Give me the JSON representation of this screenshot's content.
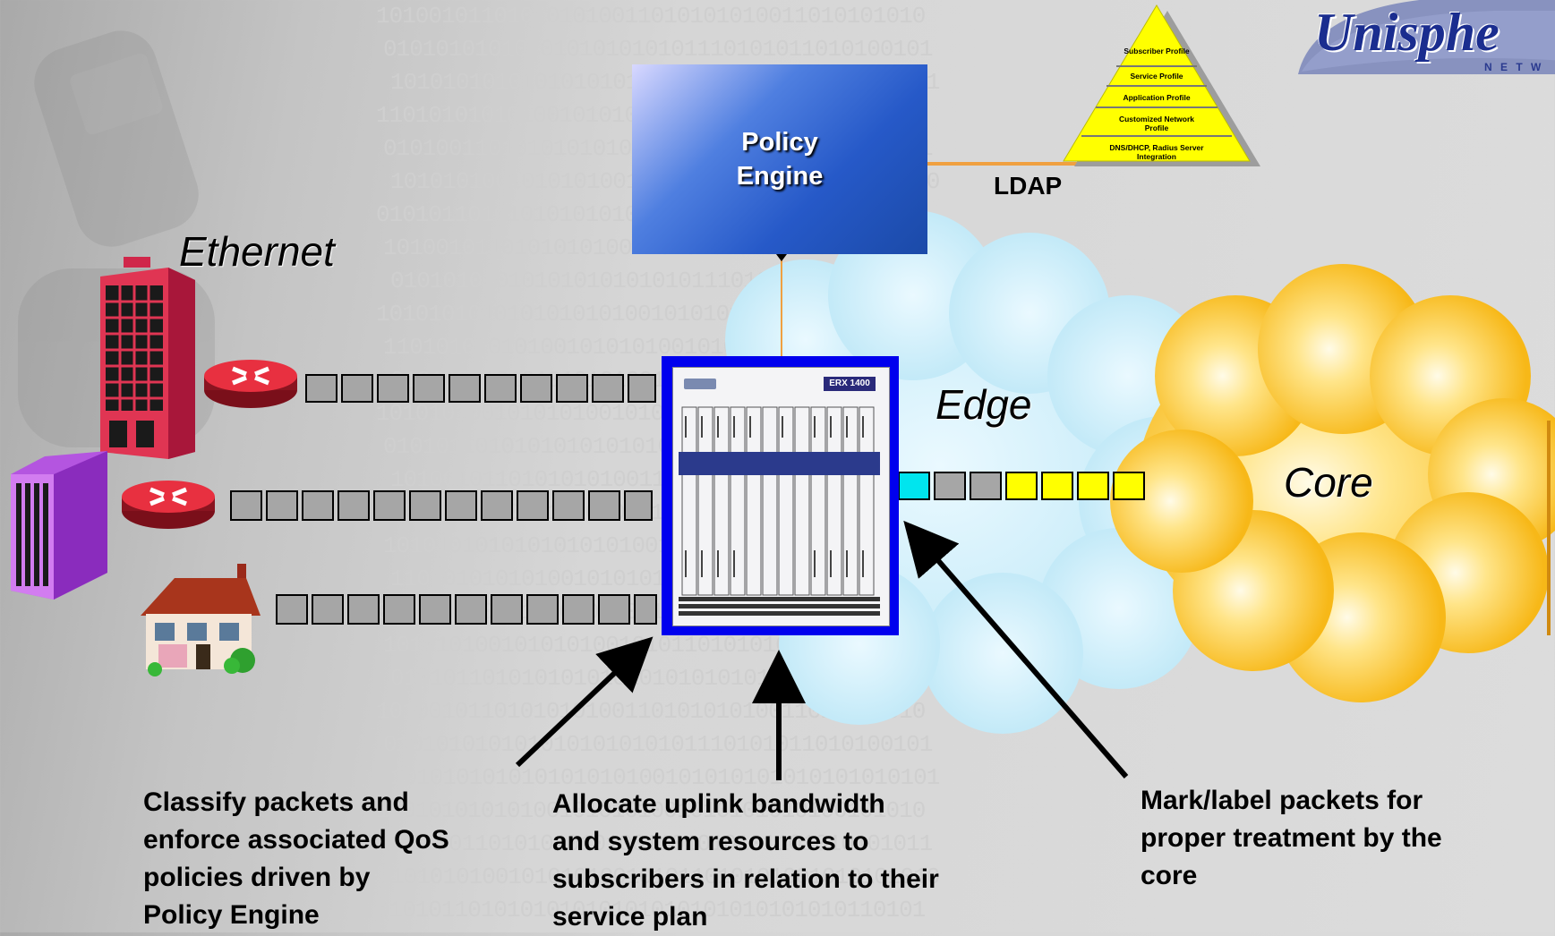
{
  "labels": {
    "ethernet": "Ethernet",
    "edge": "Edge",
    "core": "Core",
    "ldap": "LDAP"
  },
  "policy_engine": {
    "line1": "Policy",
    "line2": "Engine"
  },
  "pyramid": {
    "levels": [
      "Subscriber Profile",
      "Service Profile",
      "Application Profile",
      "Customized Network Profile",
      "DNS/DHCP, Radius Server Integration"
    ]
  },
  "logo": {
    "text": "Unisphe",
    "subtext": "N E T W"
  },
  "router_chassis": {
    "model": "ERX 1400"
  },
  "captions": {
    "classify": [
      "Classify packets and",
      "enforce associated QoS",
      "policies driven by",
      "Policy Engine"
    ],
    "allocate": [
      "Allocate uplink bandwidth",
      "and system resources to",
      "subscribers in relation to their",
      "service plan"
    ],
    "mark": [
      "Mark/label packets for",
      "proper treatment by the",
      "core"
    ]
  },
  "colors": {
    "packet_gray": "#a6a6a6",
    "packet_cyan": "#00e5ee",
    "packet_yellow": "#ffff00",
    "chassis_border": "#0000ee",
    "ldap_line": "#f0a040",
    "cloud_edge": "#cfeefa",
    "cloud_core": "#ffd24a"
  },
  "binary_rows": [
    "101001011010101010011010101010011010101010",
    "010101010101010101010101110101011010100101",
    "101010101010101010100101010101010101010101",
    "110101010101001010101001010101010100101010",
    "010100110101010101001101010101101010101011",
    "101010100101010100101011010101001010101010",
    "010101101010101010101010101010101010110101",
    "101001011010101010011010101010011010101010",
    "010101010101010101010101110101011010100101",
    "101010101010101010100101010101010101010101",
    "110101010101001010101001010101010100101010",
    "010100110101010101001101010101101010101011",
    "101010100101010100101011010101001010101010",
    "010101101010101010101010101010101010110101",
    "101001011010101010011010101010011010101010",
    "010101010101010101010101110101011010100101",
    "101010101010101010100101010101010101010101",
    "110101010101001010101001010101010100101010",
    "010100110101010101001101010101101010101011",
    "101010100101010100101011010101001010101010",
    "010101101010101010101010101010101010110101",
    "101001011010101010011010101010011010101010",
    "010101010101010101010101110101011010100101",
    "101010101010101010100101010101010101010101",
    "110101010101001010101001010101010100101010",
    "010100110101010101001101010101101010101011",
    "101010100101010100101011010101001010101010",
    "010101101010101010101010101010101010110101"
  ]
}
